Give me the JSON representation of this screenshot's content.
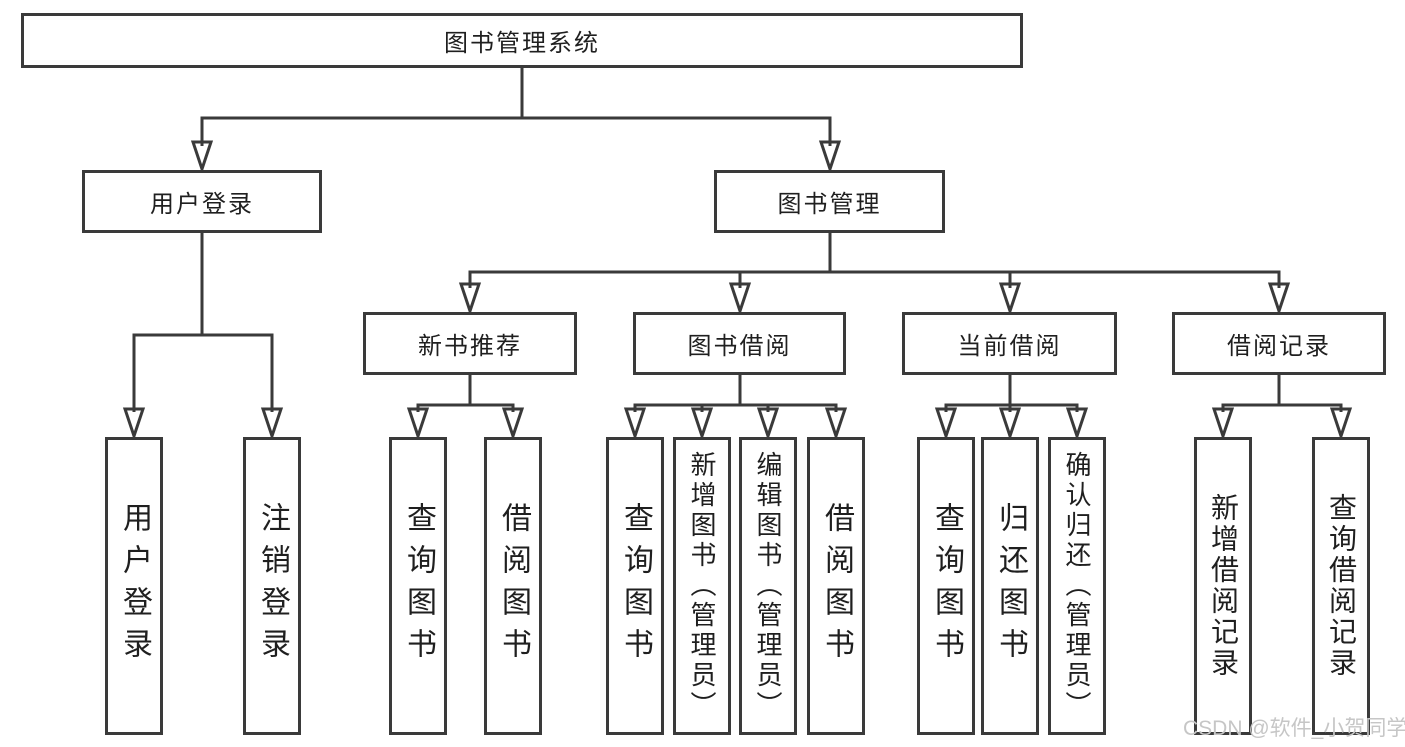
{
  "tree": {
    "root": "图书管理系统",
    "branches": [
      {
        "label": "用户登录",
        "leaves": [
          "用户登录",
          "注销登录"
        ]
      },
      {
        "label": "图书管理",
        "groups": [
          {
            "label": "新书推荐",
            "leaves": [
              "查询图书",
              "借阅图书"
            ]
          },
          {
            "label": "图书借阅",
            "leaves": [
              "查询图书",
              "新增图书（管理员）",
              "编辑图书（管理员）",
              "借阅图书"
            ]
          },
          {
            "label": "当前借阅",
            "leaves": [
              "查询图书",
              "归还图书",
              "确认归还（管理员）"
            ]
          },
          {
            "label": "借阅记录",
            "leaves": [
              "新增借阅记录",
              "查询借阅记录"
            ]
          }
        ]
      }
    ]
  },
  "watermark": "CSDN @软件_小贺同学",
  "colors": {
    "line": "#3a3a3a",
    "text": "#1f1f1f",
    "watermark": "#c6c6c6",
    "background": "#ffffff"
  }
}
